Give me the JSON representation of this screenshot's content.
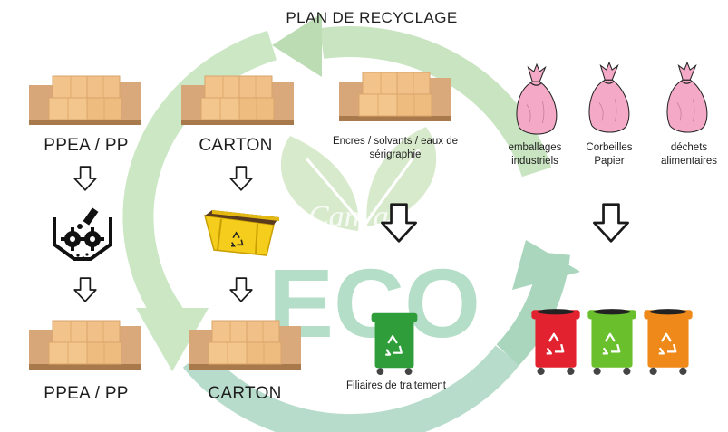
{
  "title": "PLAN DE RECYCLAGE",
  "watermark": "Canva",
  "eco_letters": "ECO",
  "columns": {
    "ppea": {
      "top_label": "PPEA / PP",
      "bottom_label": "PPEA / PP"
    },
    "carton": {
      "top_label": "CARTON",
      "bottom_label": "CARTON"
    },
    "inks": {
      "label": "Encres / solvants / eaux de sérigraphie",
      "treatment_label": "Filiaires de traitement"
    },
    "waste": {
      "bags": [
        {
          "label": "emballages industriels"
        },
        {
          "label": "Corbeilles Papier"
        },
        {
          "label": "déchets alimentaires"
        }
      ]
    }
  },
  "bins": [
    {
      "name": "red-bin",
      "color": "#e2232f"
    },
    {
      "name": "green-bin",
      "color": "#69bf2c"
    },
    {
      "name": "orange-bin",
      "color": "#ef8a1a"
    }
  ],
  "colors": {
    "cycle_arrow_light": "#cfe6c4",
    "cycle_arrow_mid": "#a9d6bd",
    "eco_text": "#9fd3b7",
    "leaf": "#d4e8c9",
    "box": "#f0bd7f",
    "bag": "#f3a8c4",
    "treatment_bin": "#2f9e3a",
    "skip": "#f4cd1d"
  },
  "icons": [
    "down-arrow-icon",
    "grinder-icon",
    "skip-container-icon",
    "recycle-icon",
    "trash-bag-icon",
    "wheelie-bin-icon",
    "cardboard-pallet-icon"
  ]
}
